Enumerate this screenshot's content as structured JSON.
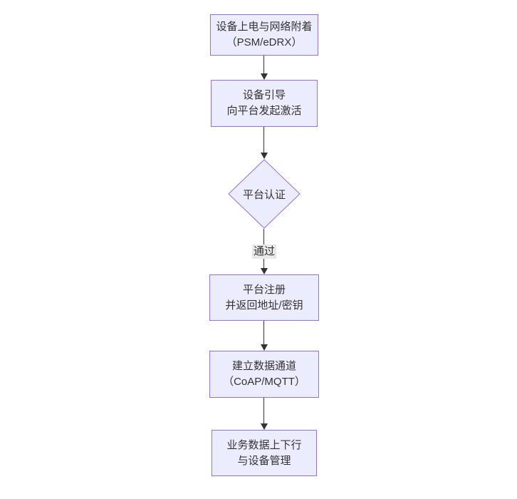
{
  "diagram": {
    "type": "flowchart",
    "direction": "top-down",
    "colors": {
      "node_fill": "#ECECFF",
      "node_border": "#9370DB",
      "text": "#333333",
      "edge": "#333333",
      "edge_label_bg": "#e8e8e8",
      "background": "#ffffff"
    },
    "nodes": [
      {
        "id": "A",
        "shape": "rect",
        "lines": [
          "设备上电与网络附着",
          "（PSM/eDRX）"
        ]
      },
      {
        "id": "B",
        "shape": "rect",
        "lines": [
          "设备引导",
          "向平台发起激活"
        ]
      },
      {
        "id": "C",
        "shape": "diamond",
        "lines": [
          "平台认证"
        ]
      },
      {
        "id": "D",
        "shape": "rect",
        "lines": [
          "平台注册",
          "并返回地址/密钥"
        ]
      },
      {
        "id": "E",
        "shape": "rect",
        "lines": [
          "建立数据通道",
          "（CoAP/MQTT）"
        ]
      },
      {
        "id": "F",
        "shape": "rect",
        "lines": [
          "业务数据上下行",
          "与设备管理"
        ]
      }
    ],
    "edges": [
      {
        "from": "A",
        "to": "B",
        "label": ""
      },
      {
        "from": "B",
        "to": "C",
        "label": ""
      },
      {
        "from": "C",
        "to": "D",
        "label": "通过"
      },
      {
        "from": "D",
        "to": "E",
        "label": ""
      },
      {
        "from": "E",
        "to": "F",
        "label": ""
      }
    ]
  }
}
